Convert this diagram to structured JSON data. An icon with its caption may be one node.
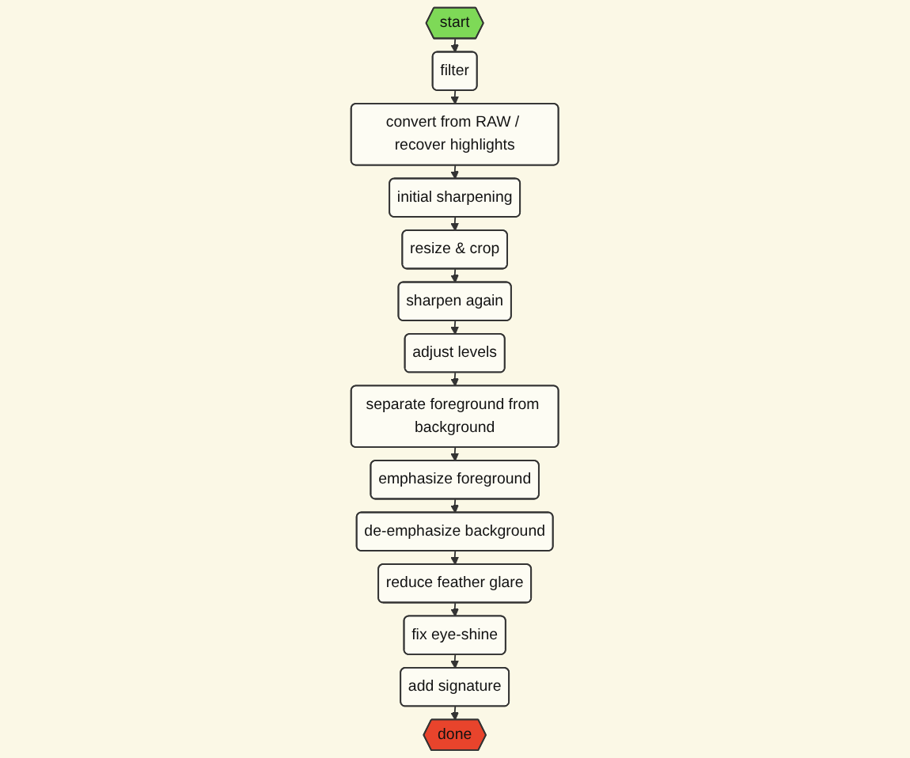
{
  "diagram": {
    "nodes": [
      {
        "text": [
          "start"
        ]
      },
      {
        "text": [
          "filter"
        ]
      },
      {
        "text": [
          "convert from RAW / recover highlights"
        ]
      },
      {
        "text": [
          "initial sharpening"
        ]
      },
      {
        "text": [
          "resize & crop"
        ]
      },
      {
        "text": [
          "sharpen again"
        ]
      },
      {
        "text": [
          "adjust levels"
        ]
      },
      {
        "text": [
          "separate foreground from background"
        ]
      },
      {
        "text": [
          "emphasize foreground"
        ]
      },
      {
        "text": [
          "de-emphasize background"
        ]
      },
      {
        "text": [
          "reduce feather glare"
        ]
      },
      {
        "text": [
          "fix eye-shine"
        ]
      },
      {
        "text": [
          "add signature"
        ]
      },
      {
        "text": [
          "done"
        ]
      }
    ],
    "edges": [
      {
        "from": 0,
        "to": 1,
        "arrow": "to"
      },
      {
        "from": 1,
        "to": 2,
        "arrow": "to"
      },
      {
        "from": 2,
        "to": 3,
        "arrow": "to"
      },
      {
        "from": 3,
        "to": 4,
        "arrow": "to"
      },
      {
        "from": 4,
        "to": 5,
        "arrow": "to"
      },
      {
        "from": 5,
        "to": 6,
        "arrow": "to"
      },
      {
        "from": 6,
        "to": 7,
        "arrow": "to"
      },
      {
        "from": 7,
        "to": 8,
        "arrow": "to"
      },
      {
        "from": 8,
        "to": 9,
        "arrow": "to"
      },
      {
        "from": 9,
        "to": 10,
        "arrow": "to"
      },
      {
        "from": 10,
        "to": 11,
        "arrow": "to"
      },
      {
        "from": 11,
        "to": 12,
        "arrow": "to"
      },
      {
        "from": 12,
        "to": 13,
        "arrow": "to"
      }
    ]
  }
}
